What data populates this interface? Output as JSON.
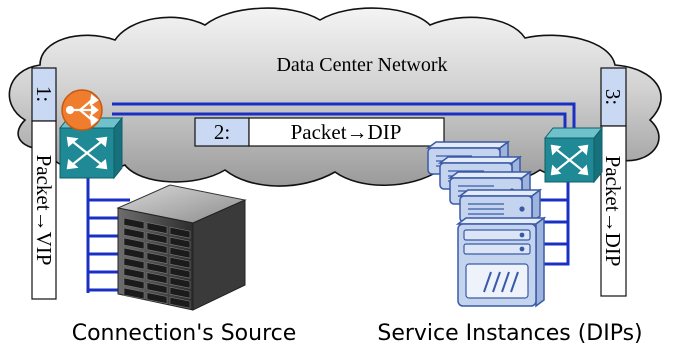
{
  "cloud": {
    "label": "Data Center Network"
  },
  "steps": {
    "step1": {
      "num": "1:",
      "text": "Packet→VIP"
    },
    "step2": {
      "num": "2:",
      "text": "Packet→DIP"
    },
    "step3": {
      "num": "3:",
      "text": "Packet→DIP"
    }
  },
  "captions": {
    "source": "Connection's Source",
    "instances": "Service Instances (DIPs)"
  },
  "colors": {
    "link": "#1a2fc4",
    "switch": "#1f8a96",
    "balancer": "#f07c2e",
    "server_blue": "#c4d4ee",
    "server_outline": "#3a5aa6",
    "step_label_bg": "#c9d9f4",
    "cloud_fill_dark": "#a0a0a0",
    "cloud_fill_light": "#f1f1f1"
  },
  "icons": [
    "load-balancer-icon",
    "switch-icon",
    "server-rack-icon",
    "server-icon"
  ]
}
